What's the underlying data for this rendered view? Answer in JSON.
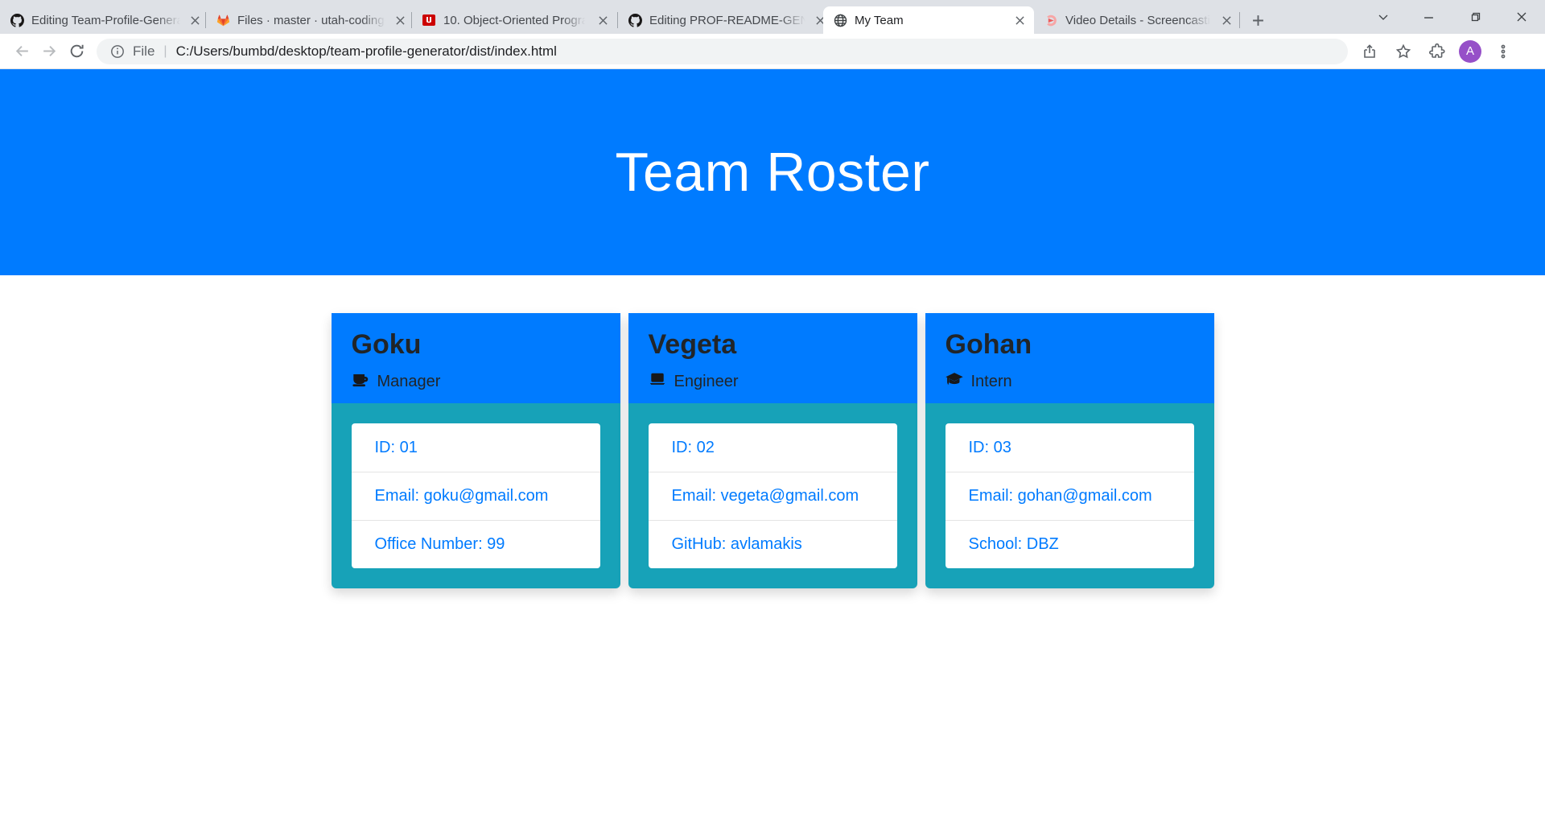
{
  "browser": {
    "tabs": [
      {
        "title": "Editing Team-Profile-Genera",
        "icon": "github"
      },
      {
        "title": "Files · master · utah-coding-",
        "icon": "gitlab"
      },
      {
        "title": "10. Object-Oriented Progra",
        "icon": "utah-u"
      },
      {
        "title": "Editing PROF-README-GEN",
        "icon": "github"
      },
      {
        "title": "My Team",
        "icon": "globe"
      },
      {
        "title": "Video Details - Screencastif",
        "icon": "screencastify"
      }
    ],
    "active_tab": "My Team",
    "address": {
      "scheme_label": "File",
      "divider": "|",
      "url": "C:/Users/bumbd/desktop/team-profile-generator/dist/index.html"
    },
    "avatar_letter": "A"
  },
  "page": {
    "hero": {
      "title": "Team Roster"
    },
    "cards": [
      {
        "name": "Goku",
        "role": "Manager",
        "role_icon": "mug-icon",
        "items": [
          "ID: 01",
          "Email: goku@gmail.com",
          "Office Number: 99"
        ]
      },
      {
        "name": "Vegeta",
        "role": "Engineer",
        "role_icon": "laptop-icon",
        "items": [
          "ID: 02",
          "Email: vegeta@gmail.com",
          "GitHub: avlamakis"
        ]
      },
      {
        "name": "Gohan",
        "role": "Intern",
        "role_icon": "graduation-cap-icon",
        "items": [
          "ID: 03",
          "Email: gohan@gmail.com",
          "School: DBZ"
        ]
      }
    ],
    "colors": {
      "primary": "#007bff",
      "info": "#17a2b8",
      "link_text": "#007bff"
    }
  }
}
